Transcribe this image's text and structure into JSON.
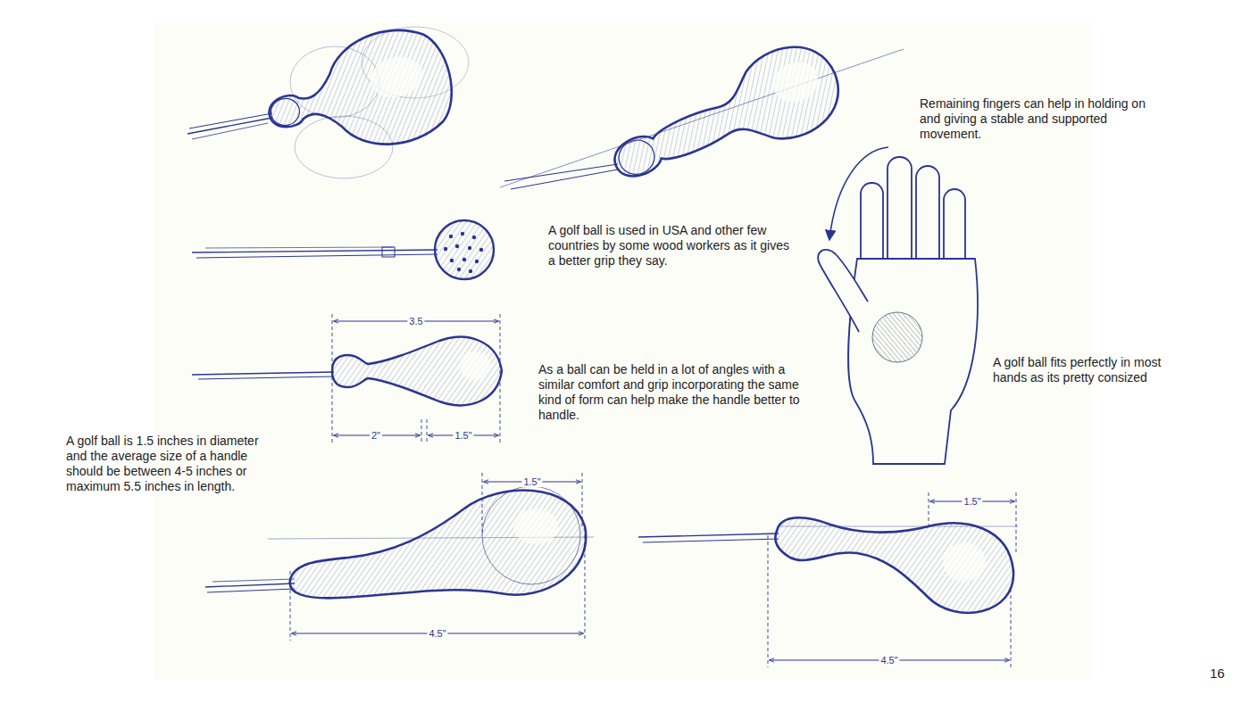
{
  "diagram": {
    "labels": [
      "Remaining fingers can help in holding on and giving a stable and supported movement.",
      "A golf ball is used in USA and other few countries by some wood workers as it gives a better grip they say.",
      "As a ball can be held in a lot of angles with a similar comfort and grip incorporating the same kind of form can help make the handle better to handle.",
      "A golf ball fits perfectly in most hands as its pretty consized",
      "A golf ball is 1.5 inches in diameter and the average size of a handle should be between 4-5 inches or maximum 5.5 inches in length.",
      "3.5",
      "2\"",
      "1.5\"",
      "1.5\"",
      "4.5\"",
      "1.5\"",
      "4.5\"",
      "16"
    ]
  }
}
